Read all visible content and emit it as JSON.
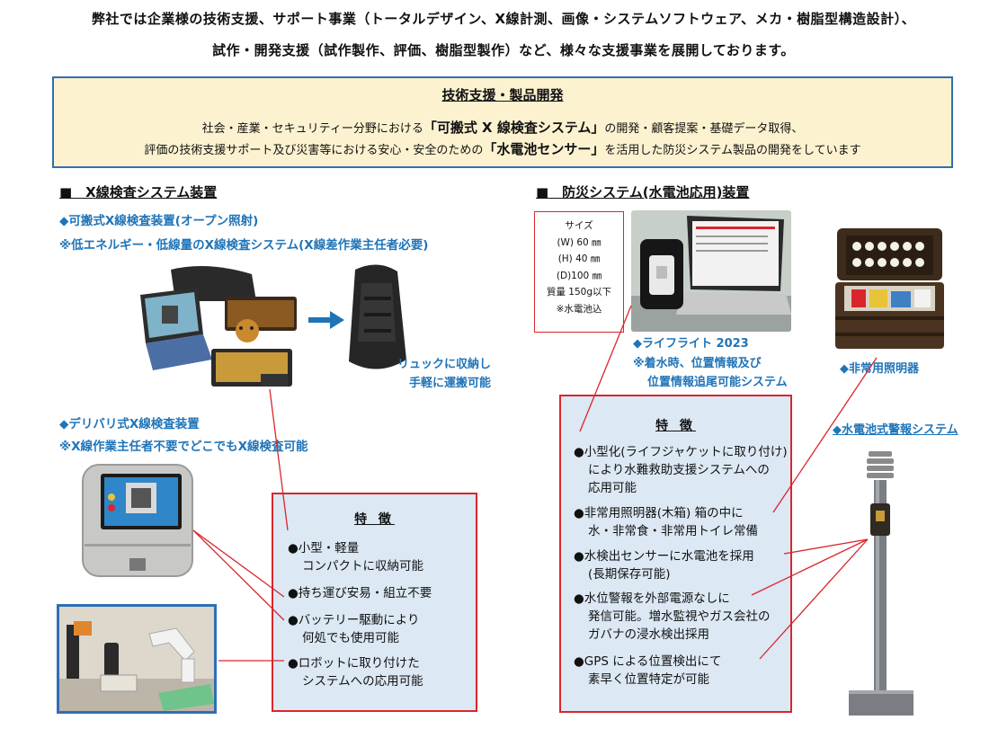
{
  "intro": {
    "line1": "弊社では企業様の技術支援、サポート事業（トータルデザイン、X線計測、画像・システムソフトウェア、メカ・樹脂型構造設計）、",
    "line2": "試作・開発支援（試作製作、評価、樹脂型製作）など、様々な支援事業を展開しております。"
  },
  "banner": {
    "title": "技術支援・製品開発",
    "line1_pre": "社会・産業・セキュリティー分野における",
    "line1_bold": "「可搬式 X 線検査システム」",
    "line1_post": "の開発・顧客提案・基礎データ取得、",
    "line2_pre": "評価の技術支援サポート及び災害等における安心・安全のための",
    "line2_bold": "「水電池センサー」",
    "line2_post": "を活用した防災システム製品の開発をしています"
  },
  "left": {
    "section_title": "■　X線検査システム装置",
    "portable_title": "◆可搬式X線検査装置(オープン照射)",
    "portable_note": "※低エネルギー・低線量のX線検査システム(X線差作業主任者必要)",
    "backpack_caption_1": "リュックに収納し",
    "backpack_caption_2": "手軽に運搬可能",
    "delivery_title": "◆デリバリ式X線検査装置",
    "delivery_note": "※X線作業主任者不要でどこでもX線検査可能",
    "features_title": "特 徴",
    "features": [
      {
        "l1": "●小型・軽量",
        "l2": "コンパクトに収納可能"
      },
      {
        "l1": "●持ち運び安易・組立不要",
        "l2": ""
      },
      {
        "l1": "●バッテリー駆動により",
        "l2": "何処でも使用可能"
      },
      {
        "l1": "●ロボットに取り付けた",
        "l2": "システムへの応用可能"
      }
    ]
  },
  "right": {
    "section_title": "■　防災システム(水電池応用)装置",
    "spec": [
      "サイズ",
      "(W) 60 ㎜",
      "(H) 40 ㎜",
      "(D)100 ㎜",
      "質量 150g以下",
      "※水電池込"
    ],
    "lifelight_title": "◆ライフライト 2023",
    "lifelight_note_1": "※着水時、位置情報及び",
    "lifelight_note_2": "位置情報追尾可能システム",
    "emergency_light": "◆非常用照明器",
    "alarm_system": "◆水電池式警報システム",
    "features_title": "特 徴",
    "features": [
      {
        "l1": "●小型化(ライフジャケットに取り付け)",
        "l2": "により水難救助支援システムへの",
        "l3": "応用可能"
      },
      {
        "l1": "●非常用照明器(木箱) 箱の中に",
        "l2": "水・非常食・非常用トイレ常備",
        "l3": ""
      },
      {
        "l1": "●水検出センサーに水電池を採用",
        "l2": "(長期保存可能)",
        "l3": ""
      },
      {
        "l1": "●水位警報を外部電源なしに",
        "l2": "発信可能。増水監視やガス会社の",
        "l3": "ガバナの浸水検出採用"
      },
      {
        "l1": "●GPS による位置検出にて",
        "l2": "素早く位置特定が可能",
        "l3": ""
      }
    ]
  },
  "colors": {
    "accent_blue": "#1f74b8",
    "frame_red": "#d9262b",
    "banner_bg": "#fdf2d0",
    "feature_bg": "#dce8f4"
  }
}
